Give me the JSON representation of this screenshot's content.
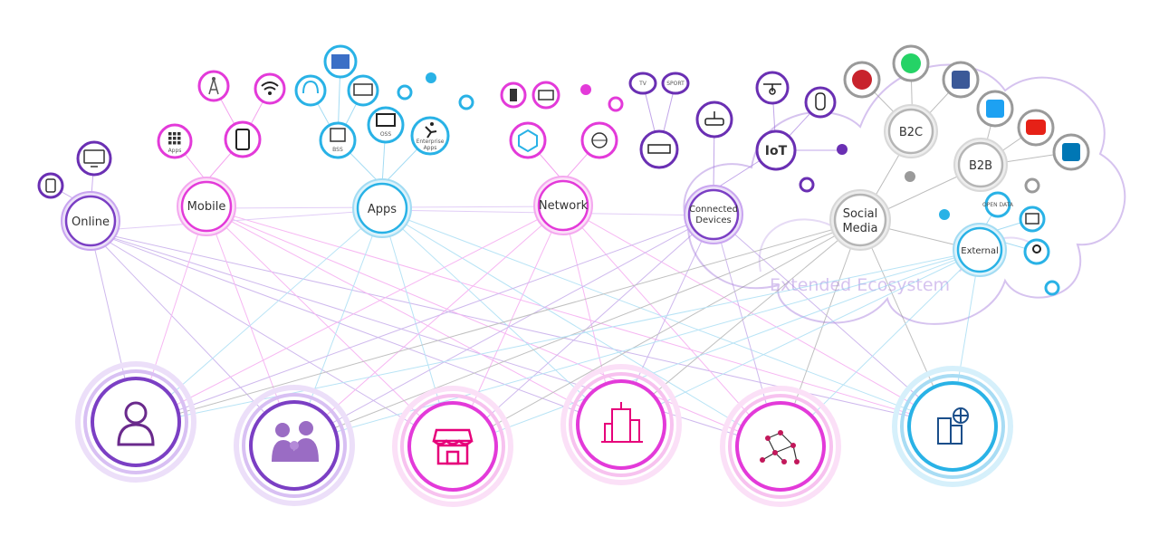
{
  "colors": {
    "purple": "#7b3fc4",
    "magenta": "#e33ad9",
    "cyan": "#29b2e6",
    "gray": "#9a9a9a",
    "pink": "#e6007a",
    "lavender": "#d6c3ef"
  },
  "hubs": {
    "online": "Online",
    "mobile": "Mobile",
    "apps": "Apps",
    "network": "Network",
    "connected_1": "Connected",
    "connected_2": "Devices",
    "social_1": "Social",
    "social_2": "Media",
    "external": "External",
    "b2c": "B2C",
    "b2b": "B2B"
  },
  "icon_labels": {
    "apps_grid": "Apps",
    "oss": "OSS",
    "bss": "BSS",
    "enterprise_1": "Enterprise",
    "enterprise_2": "Apps",
    "tv": "TV",
    "sport": "SPORT",
    "iot": "IoT",
    "opendata": "OPEN DATA"
  },
  "ecosystem_label": "Extended Ecosystem",
  "segments": [
    {
      "name": "consumer",
      "icon": "person-icon"
    },
    {
      "name": "family",
      "icon": "family-icon"
    },
    {
      "name": "retail",
      "icon": "storefront-icon"
    },
    {
      "name": "enterprise",
      "icon": "office-building-icon"
    },
    {
      "name": "network",
      "icon": "network-graph-icon"
    },
    {
      "name": "global-business",
      "icon": "global-building-icon"
    }
  ]
}
